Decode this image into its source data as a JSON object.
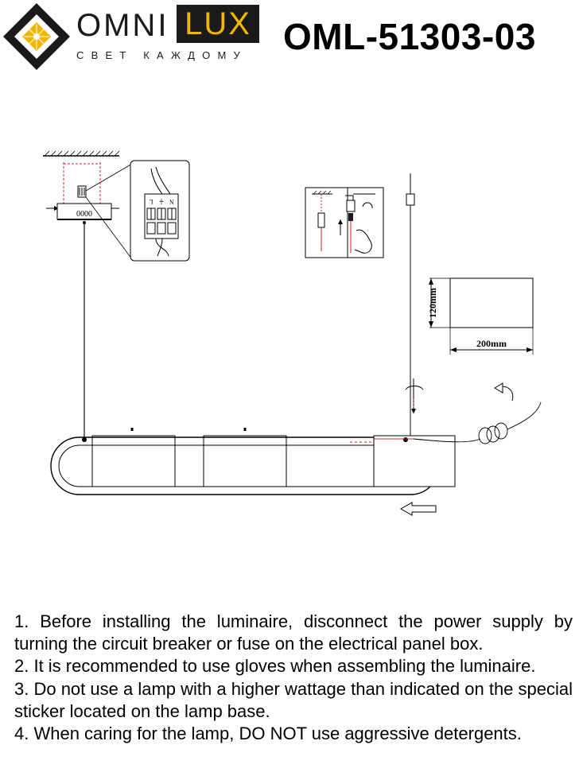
{
  "header": {
    "brand_name_part1": "OMNI",
    "brand_name_part2": "LUX",
    "tagline": "СВЕТ КАЖДОМУ",
    "model_number": "OML-51303-03"
  },
  "colors": {
    "brand_dark": "#1a1a1a",
    "brand_yellow": "#f2b600",
    "drawing_red": "#cc2222"
  },
  "diagram": {
    "canopy_marking": "0000",
    "terminal_labels": [
      "N",
      "⏚",
      "L"
    ],
    "dimension_height": "120mm",
    "dimension_width": "200mm"
  },
  "instructions": [
    "1. Before installing the luminaire, disconnect the power supply by turning the circuit breaker or fuse on the electrical panel box.",
    "2. It is recommended to use gloves when assembling the luminaire.",
    "3. Do not use a lamp with a higher wattage than indicated on the special sticker located on the lamp base.",
    "4. When caring for the lamp, DO NOT use aggressive detergents."
  ]
}
